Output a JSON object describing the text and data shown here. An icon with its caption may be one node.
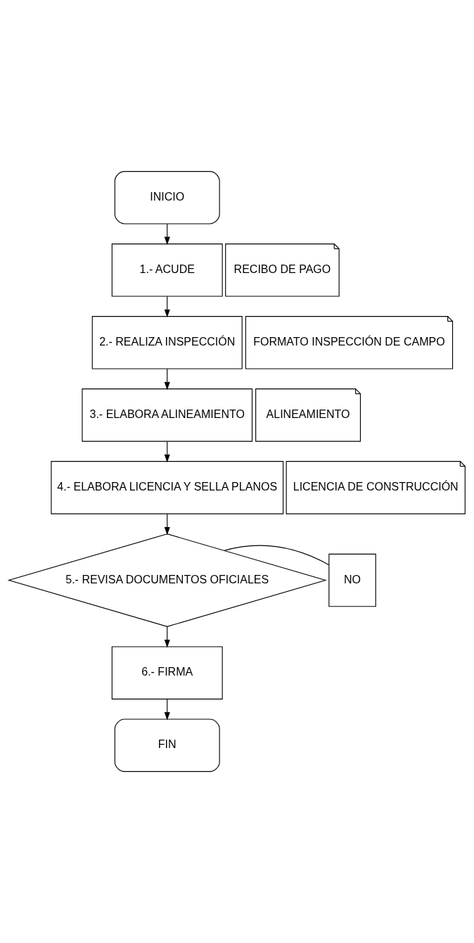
{
  "diagram": {
    "nodes": [
      {
        "text": [
          "INICIO"
        ]
      },
      {
        "text": [
          "1.- ACUDE"
        ]
      },
      {
        "text": [
          "RECIBO DE PAGO"
        ]
      },
      {
        "text": [
          "2.- REALIZA INSPECCIÓN"
        ]
      },
      {
        "text": [
          "FORMATO INSPECCIÓN DE CAMPO"
        ]
      },
      {
        "text": [
          "3.- ELABORA ALINEAMIENTO"
        ]
      },
      {
        "text": [
          "ALINEAMIENTO"
        ]
      },
      {
        "text": [
          "4.- ELABORA LICENCIA Y SELLA PLANOS"
        ]
      },
      {
        "text": [
          "LICENCIA DE CONSTRUCCIÓN"
        ]
      },
      {
        "text": [
          "5.- REVISA DOCUMENTOS OFICIALES"
        ]
      },
      {
        "text": [
          "NO"
        ]
      },
      {
        "text": [
          "6.- FIRMA"
        ]
      },
      {
        "text": [
          "FIN"
        ]
      }
    ],
    "edges": [
      {
        "from": 0,
        "to": 1,
        "arrow": "to"
      },
      {
        "from": 1,
        "to": 3,
        "arrow": "to"
      },
      {
        "from": 3,
        "to": 5,
        "arrow": "to"
      },
      {
        "from": 5,
        "to": 7,
        "arrow": "to"
      },
      {
        "from": 7,
        "to": 9,
        "arrow": "to"
      },
      {
        "from": 9,
        "to": 10,
        "arrow": "none"
      },
      {
        "from": 9,
        "to": 11,
        "arrow": "to"
      },
      {
        "from": 11,
        "to": 12,
        "arrow": "to"
      }
    ]
  }
}
